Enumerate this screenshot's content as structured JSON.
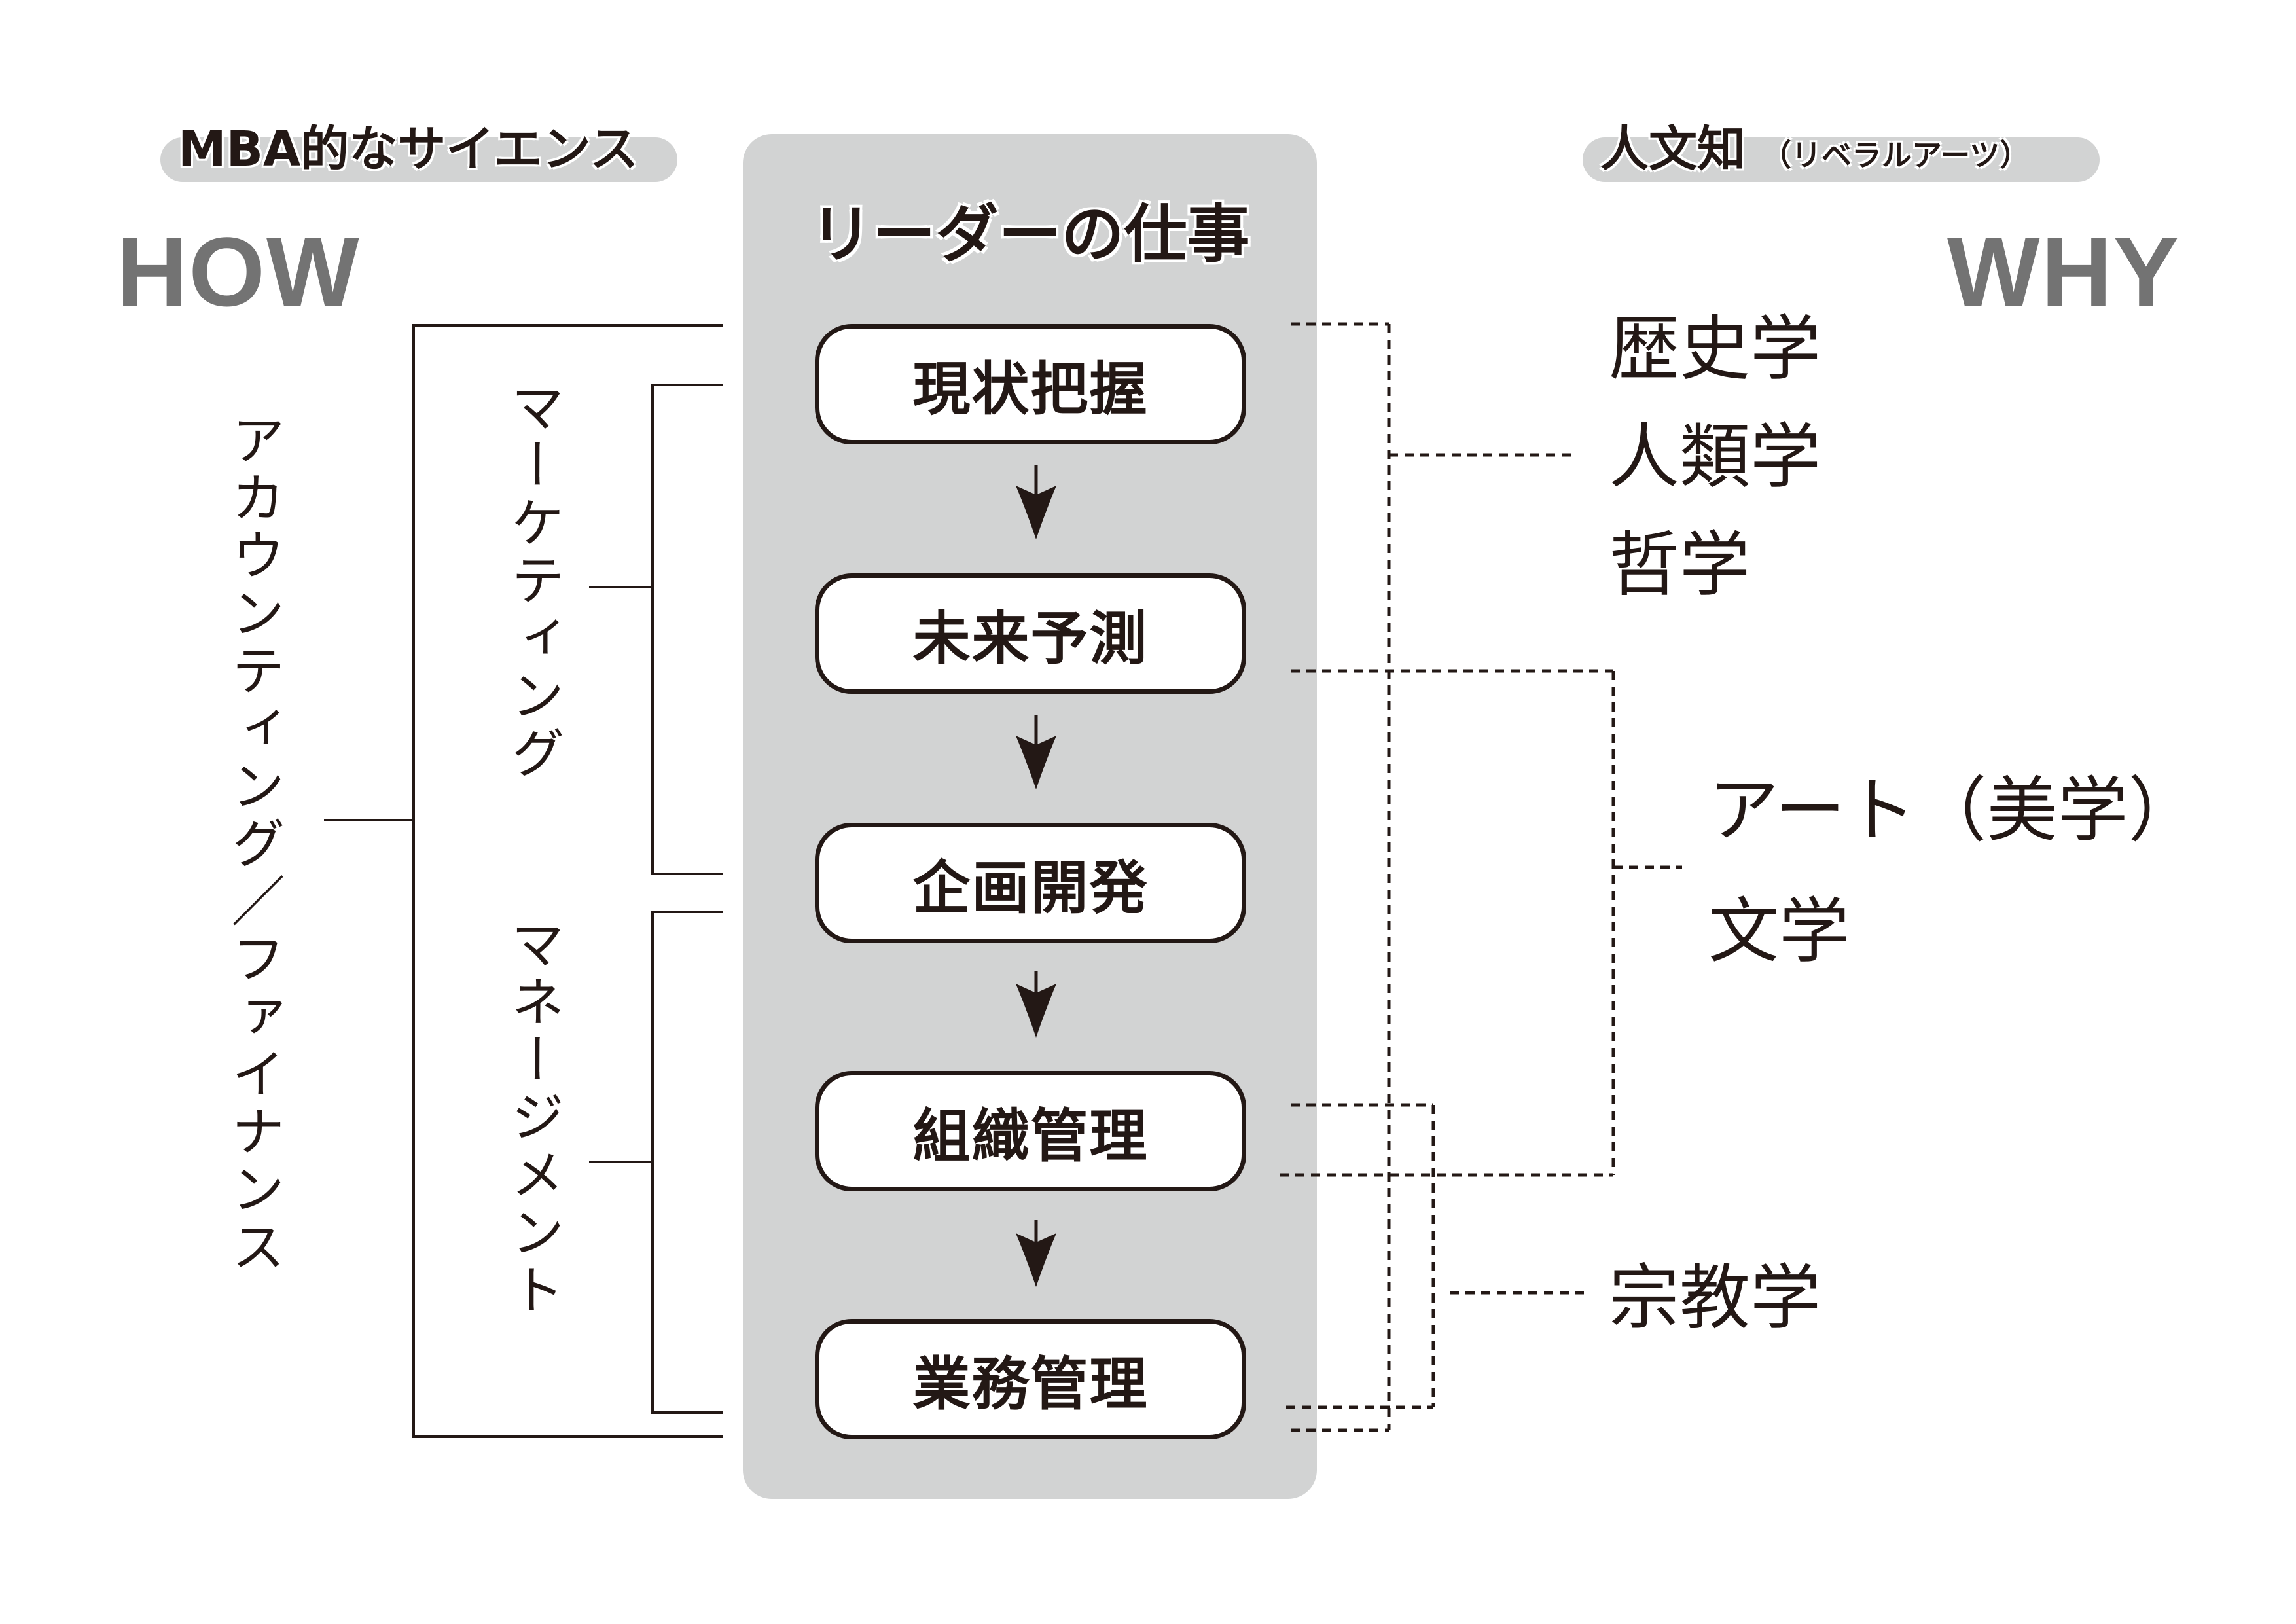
{
  "left_header": {
    "label": "MBA的なサイエンス",
    "keyword": "HOW"
  },
  "right_header": {
    "label": "人文知",
    "sublabel": "（リベラルアーツ）",
    "keyword": "WHY"
  },
  "center": {
    "title": "リーダーの仕事",
    "steps": [
      "現状把握",
      "未来予測",
      "企画開発",
      "組織管理",
      "業務管理"
    ],
    "flow_arrow_icon": "arrow-down-icon"
  },
  "how_disciplines": {
    "outer": "アカウンティング／ファイナンス",
    "marketing": "マーケティング",
    "management": "マネージメント"
  },
  "why_disciplines": {
    "group1": [
      "歴史学",
      "人類学",
      "哲学"
    ],
    "group2": [
      "アート（美学）",
      "文学"
    ],
    "group3": [
      "宗教学"
    ]
  },
  "mappings": {
    "アカウンティング／ファイナンス": [
      "現状把握",
      "未来予測",
      "企画開発",
      "組織管理",
      "業務管理"
    ],
    "マーケティング": [
      "現状把握",
      "未来予測",
      "企画開発"
    ],
    "マネージメント": [
      "組織管理",
      "業務管理"
    ],
    "歴史学・人類学・哲学": [
      "現状把握",
      "未来予測",
      "企画開発",
      "組織管理",
      "業務管理"
    ],
    "アート（美学）・文学": [
      "未来予測",
      "企画開発",
      "組織管理"
    ],
    "宗教学": [
      "組織管理",
      "業務管理"
    ]
  },
  "colors": {
    "text": "#231815",
    "panel_gray": "#d2d3d3",
    "keyword_gray": "#737373",
    "box_fill": "#ffffff"
  }
}
